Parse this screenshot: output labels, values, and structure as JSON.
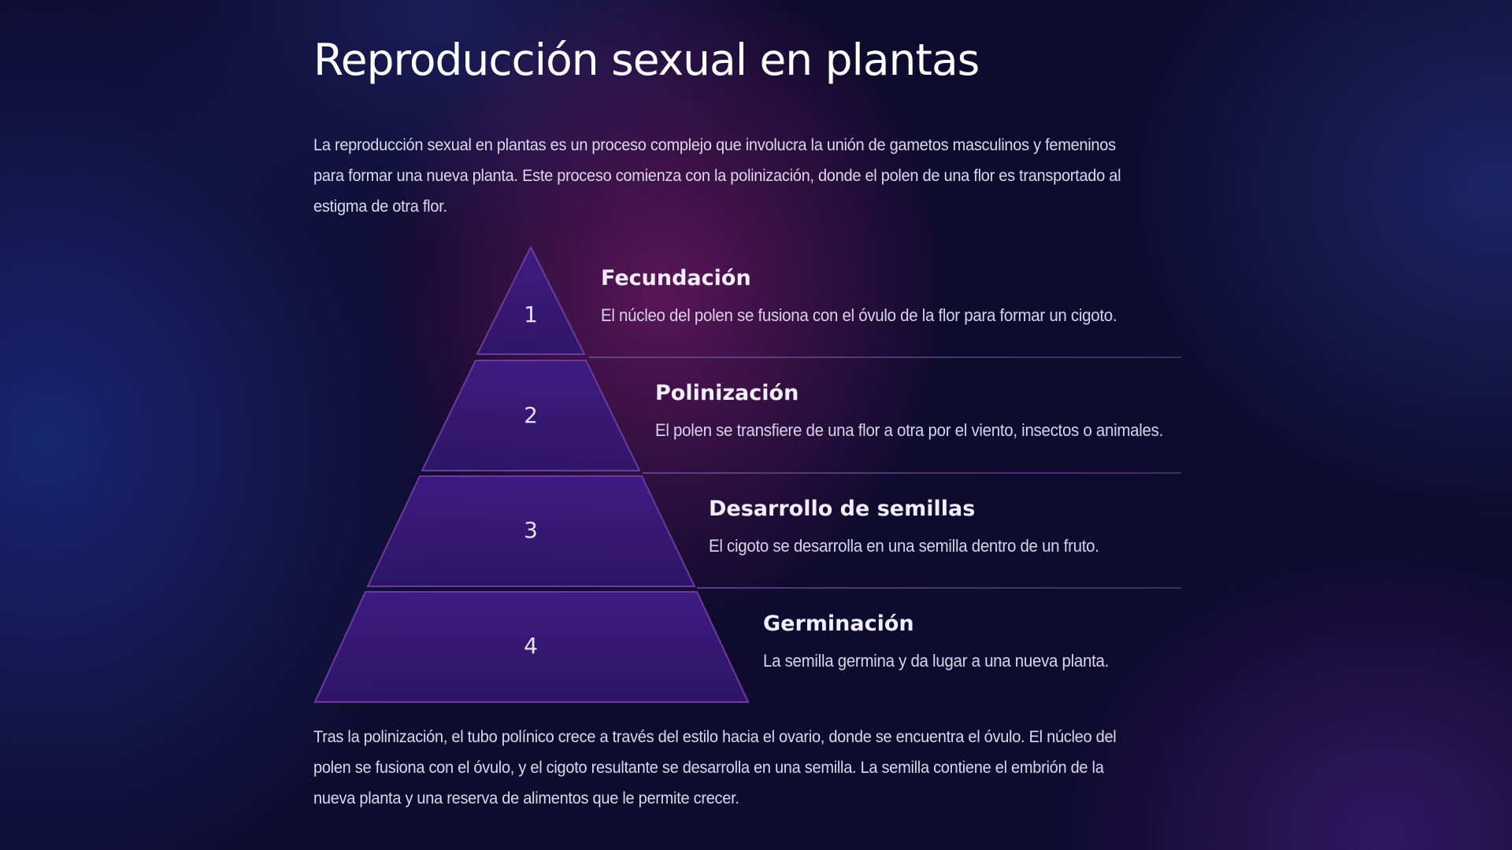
{
  "title": "Reproducción sexual en plantas",
  "intro": "La reproducción sexual en plantas es un proceso complejo que involucra la unión de gametos masculinos y femeninos para formar una nueva planta. Este proceso comienza con la polinización, donde el polen de una flor es transportado al estigma de otra flor.",
  "pyramid": {
    "levels": [
      {
        "number": "1",
        "title": "Fecundación",
        "description": "El núcleo del polen se fusiona con el óvulo de la flor para formar un cigoto."
      },
      {
        "number": "2",
        "title": "Polinización",
        "description": "El polen se transfiere de una flor a otra por el viento, insectos o animales."
      },
      {
        "number": "3",
        "title": "Desarrollo de semillas",
        "description": "El cigoto se desarrolla en una semilla dentro de un fruto."
      },
      {
        "number": "4",
        "title": "Germinación",
        "description": "La semilla germina y da lugar a una nueva planta."
      }
    ]
  },
  "outro": "Tras la polinización, el tubo polínico crece a través del estilo hacia el ovario, donde se encuentra el óvulo. El núcleo del polen se fusiona con el óvulo, y el cigoto resultante se desarrolla en una semilla. La semilla contiene el embrión de la nueva planta y una reserva de alimentos que le permite crecer.",
  "colors": {
    "background": "#0f0b2e",
    "pyramid_fill": "#3a1a7a",
    "pyramid_edge": "#7a3aa8",
    "text": "#e8e4f4"
  }
}
